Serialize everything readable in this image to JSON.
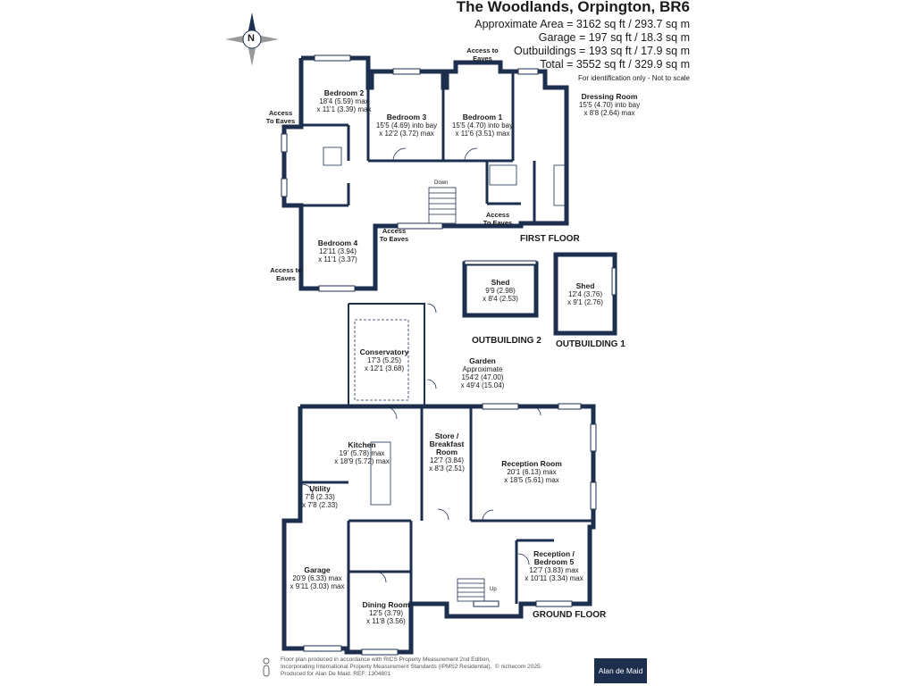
{
  "header": {
    "title": "The Woodlands, Orpington, BR6",
    "stats": [
      "Approximate Area = 3162 sq ft / 293.7 sq m",
      "Garage = 197 sq ft / 18.3 sq m",
      "Outbuildings = 193 sq ft / 17.9 sq m",
      "Total = 3552 sq ft / 329.9 sq m"
    ],
    "note": "For identification only - Not to scale"
  },
  "compass": {
    "label": "N"
  },
  "first_floor": {
    "label": "FIRST FLOOR",
    "stairs_label": "Down",
    "rooms": {
      "bedroom2": {
        "name": "Bedroom 2",
        "dim1": "18'4 (5.59) max",
        "dim2": "x 11'1 (3.39) max"
      },
      "bedroom3": {
        "name": "Bedroom 3",
        "dim1": "15'5 (4.69) into bay",
        "dim2": "x 12'2 (3.72) max"
      },
      "bedroom1": {
        "name": "Bedroom 1",
        "dim1": "15'5 (4.70) into bay",
        "dim2": "x 11'6 (3.51) max"
      },
      "dressing": {
        "name": "Dressing Room",
        "dim1": "15'5 (4.70) into bay",
        "dim2": "x 8'8 (2.64) max"
      },
      "bedroom4": {
        "name": "Bedroom 4",
        "dim1": "12'11 (3.94)",
        "dim2": "x 11'1 (3.37)"
      }
    },
    "eaves": [
      {
        "line1": "Access to",
        "line2": "Eaves"
      },
      {
        "line1": "Access",
        "line2": "To Eaves"
      },
      {
        "line1": "Access",
        "line2": "To Eaves"
      },
      {
        "line1": "Access to",
        "line2": "Eaves"
      },
      {
        "line1": "Access",
        "line2": "To Eaves"
      }
    ]
  },
  "outbuildings": {
    "ob2": {
      "label": "OUTBUILDING 2",
      "name": "Shed",
      "dim1": "9'9 (2.98)",
      "dim2": "x 8'4 (2.53)"
    },
    "ob1": {
      "label": "OUTBUILDING 1",
      "name": "Shed",
      "dim1": "12'4 (3.76)",
      "dim2": "x 9'1 (2.76)"
    }
  },
  "garden": {
    "name": "Garden",
    "line1": "Approximate",
    "line2": "154'2 (47.00)",
    "line3": "x 49'4 (15.04)"
  },
  "ground_floor": {
    "label": "GROUND FLOOR",
    "stairs_label": "Up",
    "rooms": {
      "conservatory": {
        "name": "Conservatory",
        "dim1": "17'3 (5.25)",
        "dim2": "x 12'1 (3.68)"
      },
      "kitchen": {
        "name": "Kitchen",
        "dim1": "19' (5.78) max",
        "dim2": "x 18'9 (5.72) max"
      },
      "store": {
        "name": "Store /",
        "name2": "Breakfast",
        "name3": "Room",
        "dim1": "12'7 (3.84)",
        "dim2": "x 8'3 (2.51)"
      },
      "reception": {
        "name": "Reception Room",
        "dim1": "20'1 (6.13) max",
        "dim2": "x 18'5 (5.61) max"
      },
      "utility": {
        "name": "Utility",
        "dim1": "7'8 (2.33)",
        "dim2": "x 7'8 (2.33)"
      },
      "reception5": {
        "name": "Reception /",
        "name2": "Bedroom 5",
        "dim1": "12'7 (3.83) max",
        "dim2": "x 10'11 (3.34) max"
      },
      "garage": {
        "name": "Garage",
        "dim1": "20'9 (6.33) max",
        "dim2": "x 9'11 (3.03) max"
      },
      "dining": {
        "name": "Dining Room",
        "dim1": "12'5 (3.79)",
        "dim2": "x 11'8 (3.56)"
      }
    }
  },
  "footer": {
    "line1": "Floor plan produced in accordance with RICS Property Measurement 2nd Edition,",
    "line2": "Incorporating International Property Measurement Standards (IPMS2 Residential).",
    "line2b": "© nichecom 2025.",
    "line3": "Produced for Alan De Maid.   REF: 1304801",
    "brand": "Alan de Maid"
  },
  "colors": {
    "wall": "#1c2f4f",
    "brand": "#1c2f4f"
  }
}
